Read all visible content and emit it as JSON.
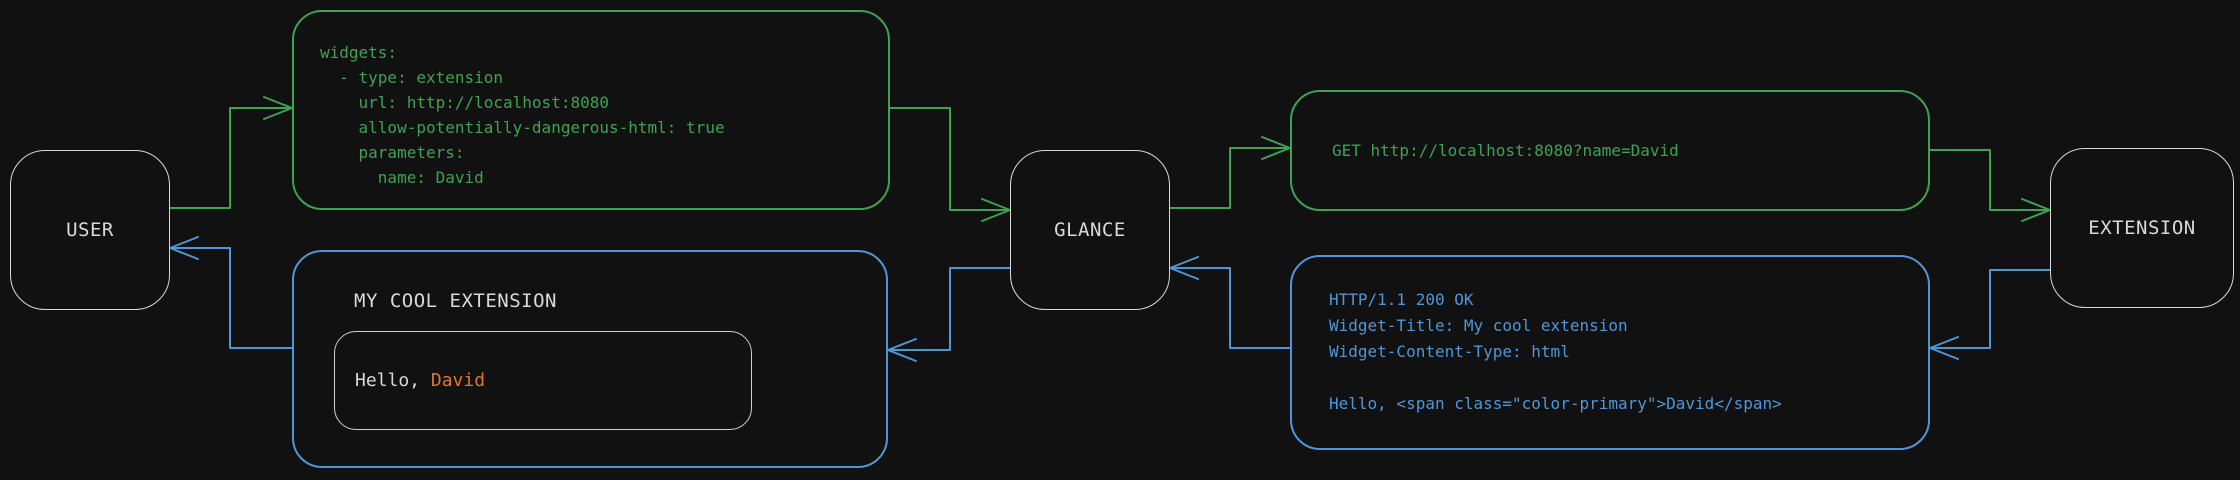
{
  "diagram": {
    "nodes": {
      "user": "USER",
      "glance": "GLANCE",
      "extension": "EXTENSION"
    },
    "boxes": {
      "config": {
        "code": "widgets:\n  - type: extension\n    url: http://localhost:8080\n    allow-potentially-dangerous-html: true\n    parameters:\n      name: David"
      },
      "request": {
        "text": "GET http://localhost:8080?name=David"
      },
      "response": {
        "code": "HTTP/1.1 200 OK\nWidget-Title: My cool extension\nWidget-Content-Type: html\n\nHello, <span class=\"color-primary\">David</span>"
      },
      "rendered": {
        "title": "MY COOL EXTENSION",
        "greeting_prefix": "Hello, ",
        "greeting_name": "David"
      }
    },
    "colors": {
      "request_green": "#3ca352",
      "response_blue": "#4e96d8",
      "accent_orange": "#e0762c",
      "node_gray": "#d9d9d9",
      "background": "#111111"
    }
  }
}
